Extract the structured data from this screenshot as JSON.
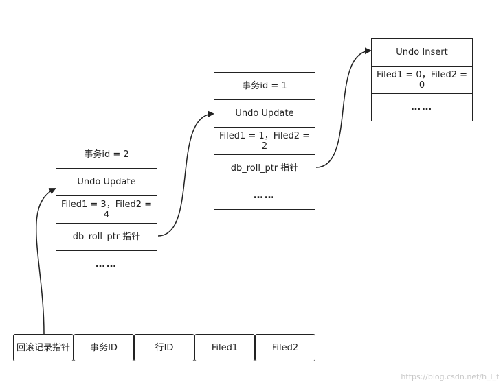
{
  "stacks": [
    {
      "cells": [
        "事务id = 2",
        "Undo Update",
        "Filed1 = 3，Filed2 = 4",
        "db_roll_ptr 指针",
        "……"
      ]
    },
    {
      "cells": [
        "事务id = 1",
        "Undo Update",
        "Filed1 = 1，Filed2 = 2",
        "db_roll_ptr 指针",
        "……"
      ]
    },
    {
      "cells": [
        "Undo Insert",
        "Filed1 = 0，Filed2 = 0",
        "……"
      ]
    }
  ],
  "row": {
    "cells": [
      "回滚记录指针",
      "事务ID",
      "行ID",
      "Filed1",
      "Filed2"
    ]
  },
  "watermark": "https://blog.csdn.net/h_l_f",
  "colors": {
    "line": "#222222",
    "background": "#ffffff"
  }
}
